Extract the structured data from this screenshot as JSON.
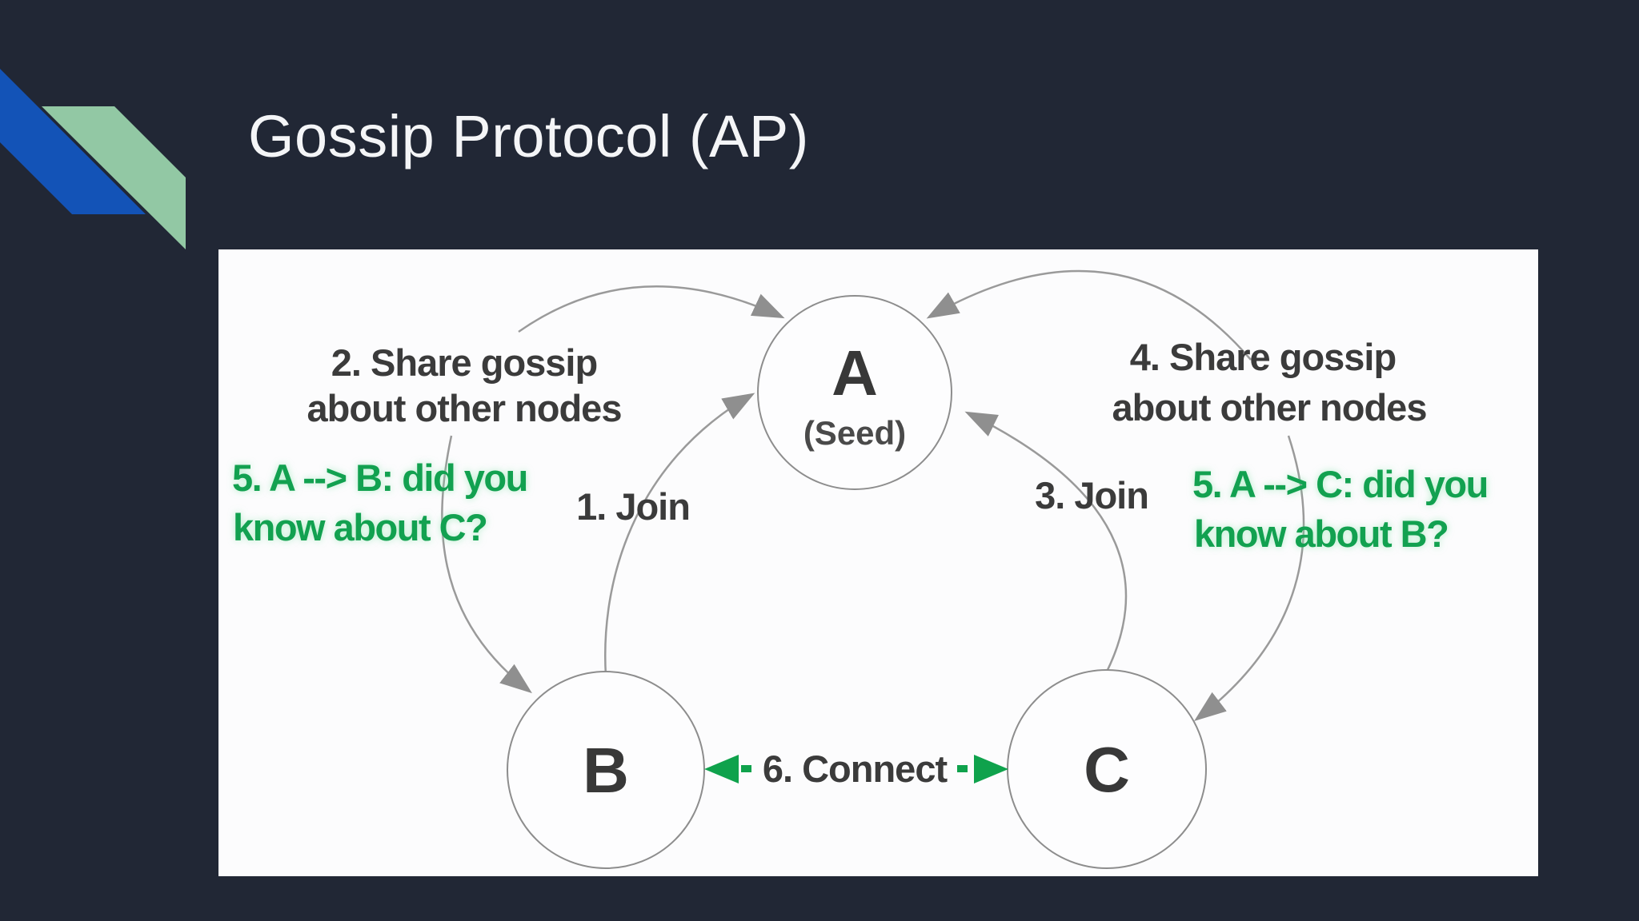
{
  "slide": {
    "title": "Gossip Protocol (AP)"
  },
  "colors": {
    "background": "#212735",
    "corner_blue": "#1353b7",
    "corner_green": "#92c8a4",
    "panel": "#fcfcfd",
    "arrow_gray": "#8f8f8f",
    "connect_green": "#0fa24c",
    "text_green": "#12a150",
    "text_dark": "#3b3b3b",
    "title_white": "#f4f5f7"
  },
  "diagram": {
    "node_a": {
      "label": "A",
      "sublabel": "(Seed)"
    },
    "node_b": {
      "label": "B"
    },
    "node_c": {
      "label": "C"
    },
    "steps": {
      "join_left": "1. Join",
      "share_left_1": "2. Share gossip",
      "share_left_2": "about other nodes",
      "join_right": "3. Join",
      "share_right_1": "4. Share gossip",
      "share_right_2": "about other nodes",
      "gossip_left_1": "5. A --> B: did you",
      "gossip_left_2": "know about C?",
      "gossip_right_1": "5. A --> C: did you",
      "gossip_right_2": "know about B?",
      "connect": "6. Connect"
    }
  }
}
